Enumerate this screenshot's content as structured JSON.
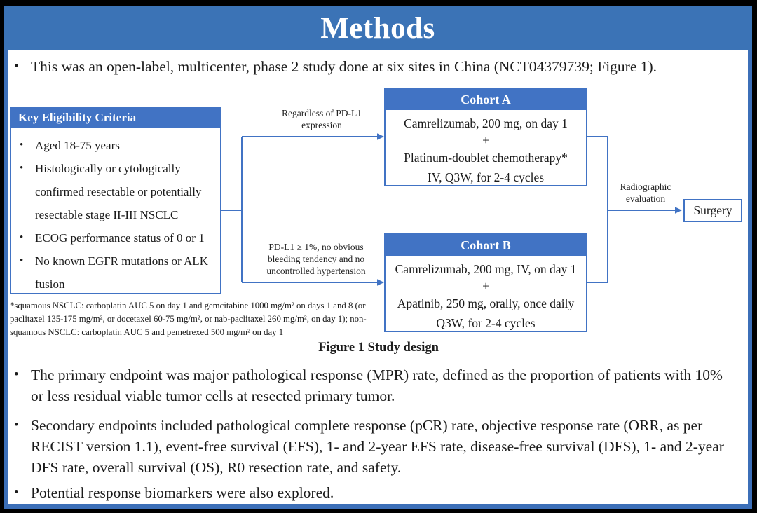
{
  "slide": {
    "title": "Methods",
    "intro_bullet": "This was an open-label, multicenter, phase 2 study done at six sites in China (NCT04379739; Figure 1).",
    "bullets": [
      "The primary endpoint was major pathological response (MPR) rate, defined as the proportion of patients with 10% or less residual viable tumor cells at resected primary tumor.",
      "Secondary endpoints included pathological complete response (pCR) rate, objective response rate (ORR, as per RECIST version 1.1), event-free survival (EFS), 1- and 2-year EFS rate, disease-free survival (DFS), 1- and 2-year DFS rate, overall survival (OS), R0 resection rate, and safety.",
      "Potential response biomarkers were also explored."
    ]
  },
  "figure": {
    "caption": "Figure 1 Study design",
    "eligibility": {
      "header": "Key Eligibility Criteria",
      "items": [
        "Aged 18-75 years",
        "Histologically or cytologically confirmed resectable or potentially resectable stage II-III NSCLC",
        "ECOG performance status of 0 or 1",
        "No known EGFR mutations or ALK fusion"
      ]
    },
    "branch_top_label": "Regardless of PD-L1 expression",
    "branch_bottom_label": "PD-L1 ≥ 1%, no obvious bleeding tendency and no uncontrolled hypertension",
    "cohort_a": {
      "header": "Cohort A",
      "lines": [
        "Camrelizumab, 200 mg, on day 1",
        "+",
        "Platinum-doublet chemotherapy*",
        "IV, Q3W, for 2-4 cycles"
      ]
    },
    "cohort_b": {
      "header": "Cohort B",
      "lines": [
        "Camrelizumab, 200 mg, IV, on day 1",
        "+",
        "Apatinib, 250 mg, orally, once daily",
        "Q3W, for 2-4 cycles"
      ]
    },
    "evaluation_label": "Radiographic evaluation",
    "surgery_label": "Surgery",
    "footnote": "*squamous NSCLC: carboplatin AUC 5 on day 1 and gemcitabine 1000 mg/m² on days 1 and 8 (or paclitaxel 135-175 mg/m², or docetaxel 60-75 mg/m², or nab-paclitaxel 260 mg/m², on day 1); non-squamous NSCLC: carboplatin AUC 5 and pemetrexed 500 mg/m² on day 1"
  },
  "colors": {
    "title_band": "#3b73b6",
    "box_blue": "#4173c4",
    "frame_blue": "#3c6fb8",
    "text": "#1b1b1b"
  }
}
